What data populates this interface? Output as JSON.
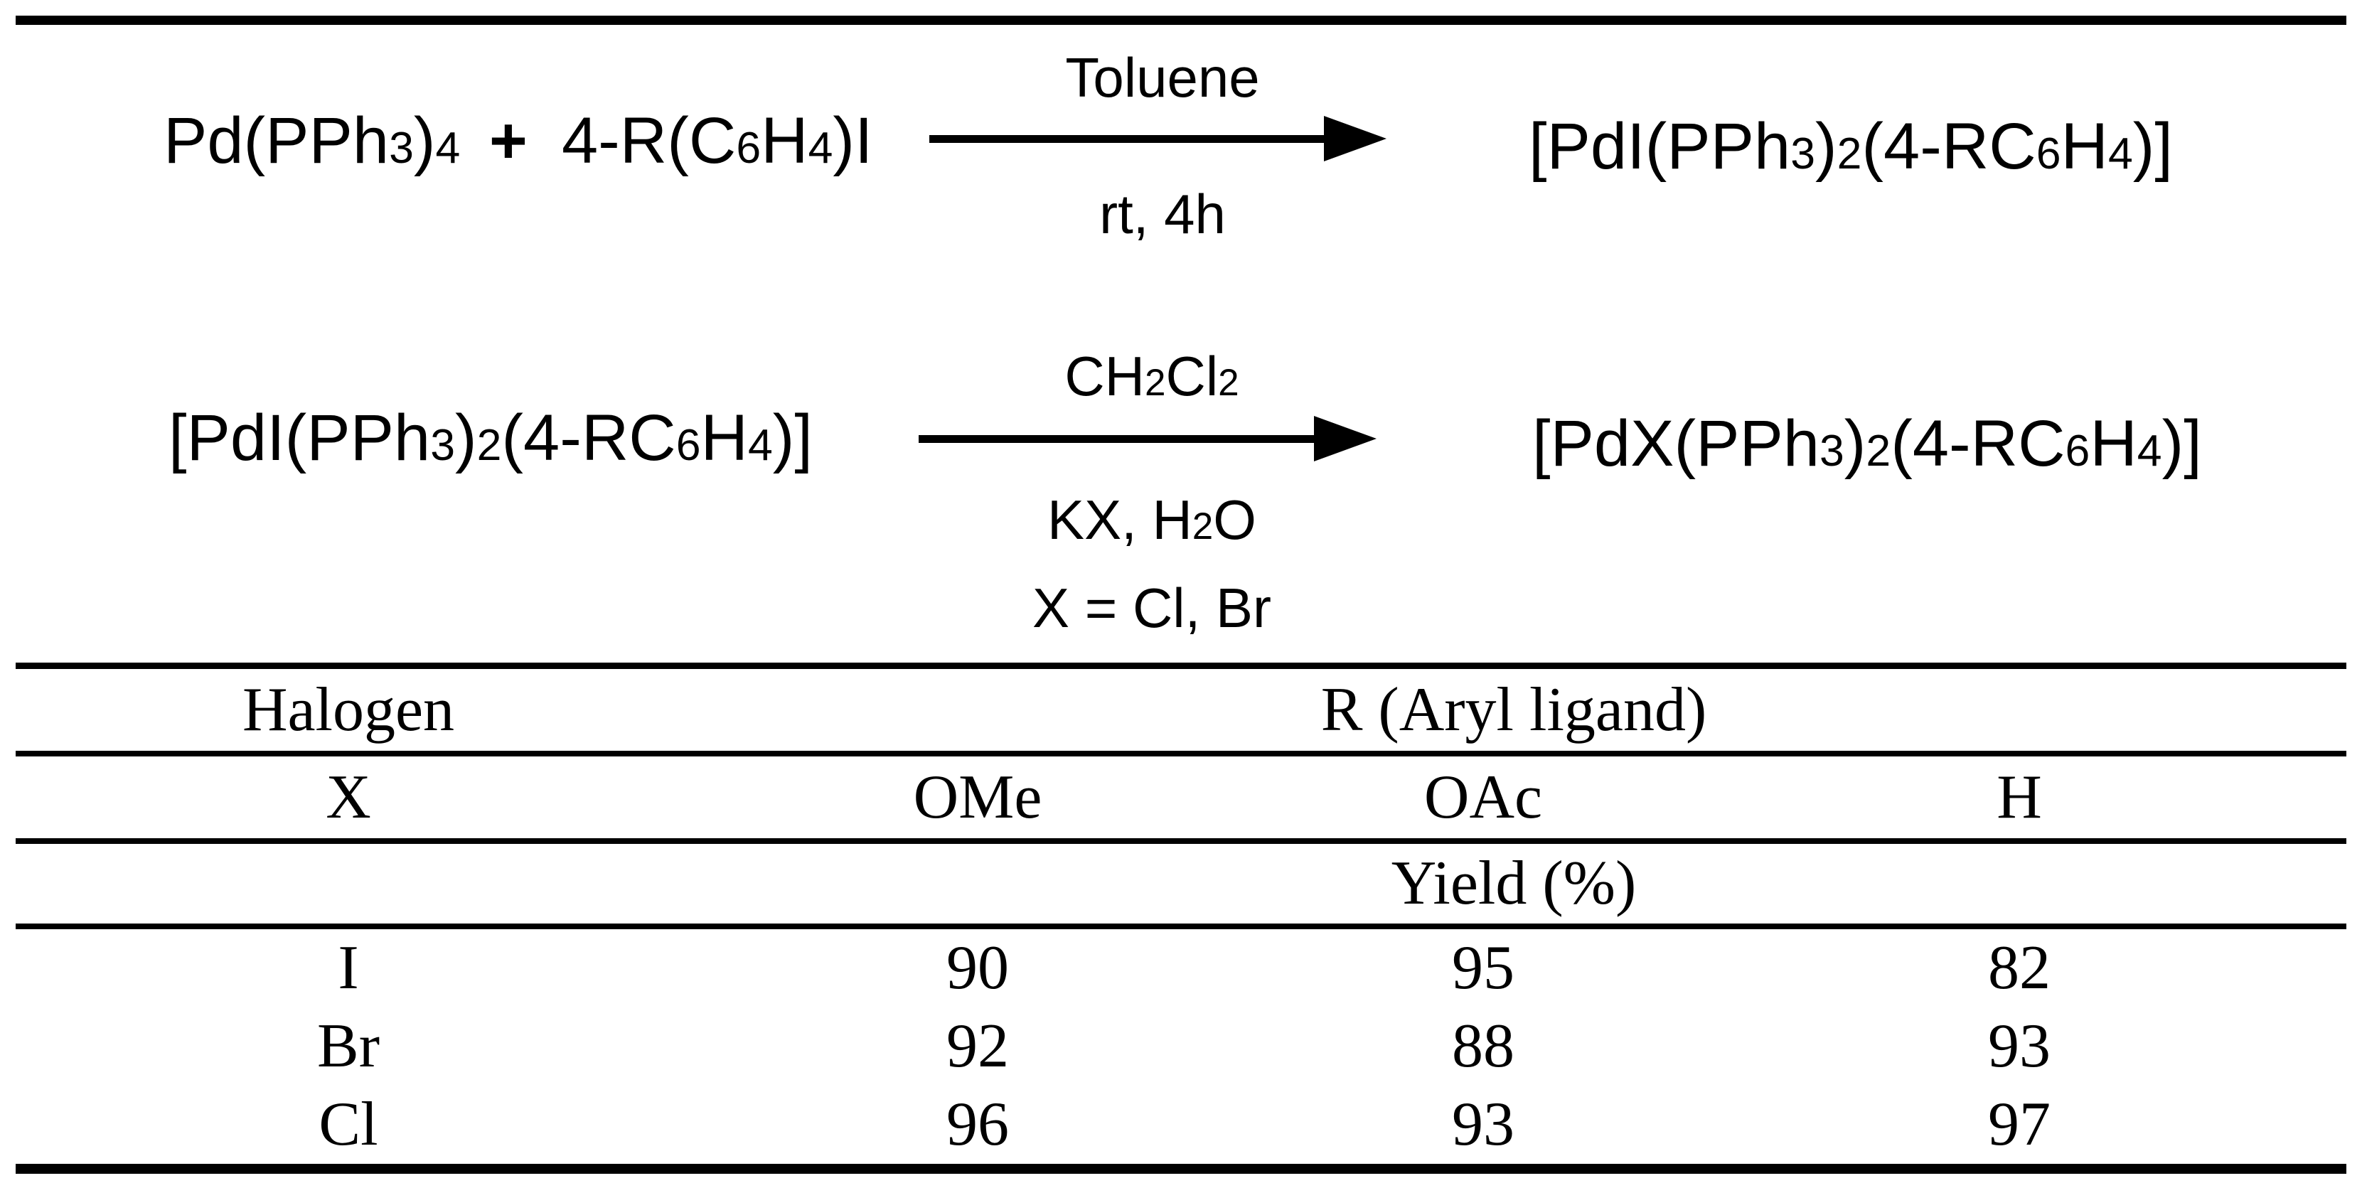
{
  "figure": {
    "background_color": "#ffffff",
    "ink_color": "#000000"
  },
  "reaction1": {
    "reactant_a": "Pd(PPh_3)_4",
    "plus": "+",
    "reactant_b": "4-R(C_6H_4)I",
    "condition_above": "Toluene",
    "condition_below": "rt, 4h",
    "product": "[PdI(PPh_3)_2(4-RC_6H_4)]"
  },
  "reaction2": {
    "reactant": "[PdI(PPh_3)_2(4-RC_6H_4)]",
    "condition_above": "CH_2Cl_2",
    "condition_below": "KX, H_2O",
    "x_definition": "X = Cl, Br",
    "product": "[PdX(PPh_3)_2(4-RC_6H_4)]"
  },
  "table": {
    "header_row1": {
      "halogen": "Halogen",
      "aryl": "R (Aryl ligand)"
    },
    "header_row2": [
      "X",
      "OMe",
      "OAc",
      "H"
    ],
    "yield_label": "Yield (%)",
    "rows": [
      {
        "x": "I",
        "values": [
          "90",
          "95",
          "82"
        ]
      },
      {
        "x": "Br",
        "values": [
          "92",
          "88",
          "93"
        ]
      },
      {
        "x": "Cl",
        "values": [
          "96",
          "93",
          "97"
        ]
      }
    ]
  },
  "chart_data": {
    "type": "table",
    "title": "Yield (%)",
    "row_header": "X (Halogen)",
    "columns": [
      "OMe",
      "OAc",
      "H"
    ],
    "rows": [
      {
        "x": "I",
        "OMe": 90,
        "OAc": 95,
        "H": 82
      },
      {
        "x": "Br",
        "OMe": 92,
        "OAc": 88,
        "H": 93
      },
      {
        "x": "Cl",
        "OMe": 96,
        "OAc": 93,
        "H": 97
      }
    ]
  }
}
